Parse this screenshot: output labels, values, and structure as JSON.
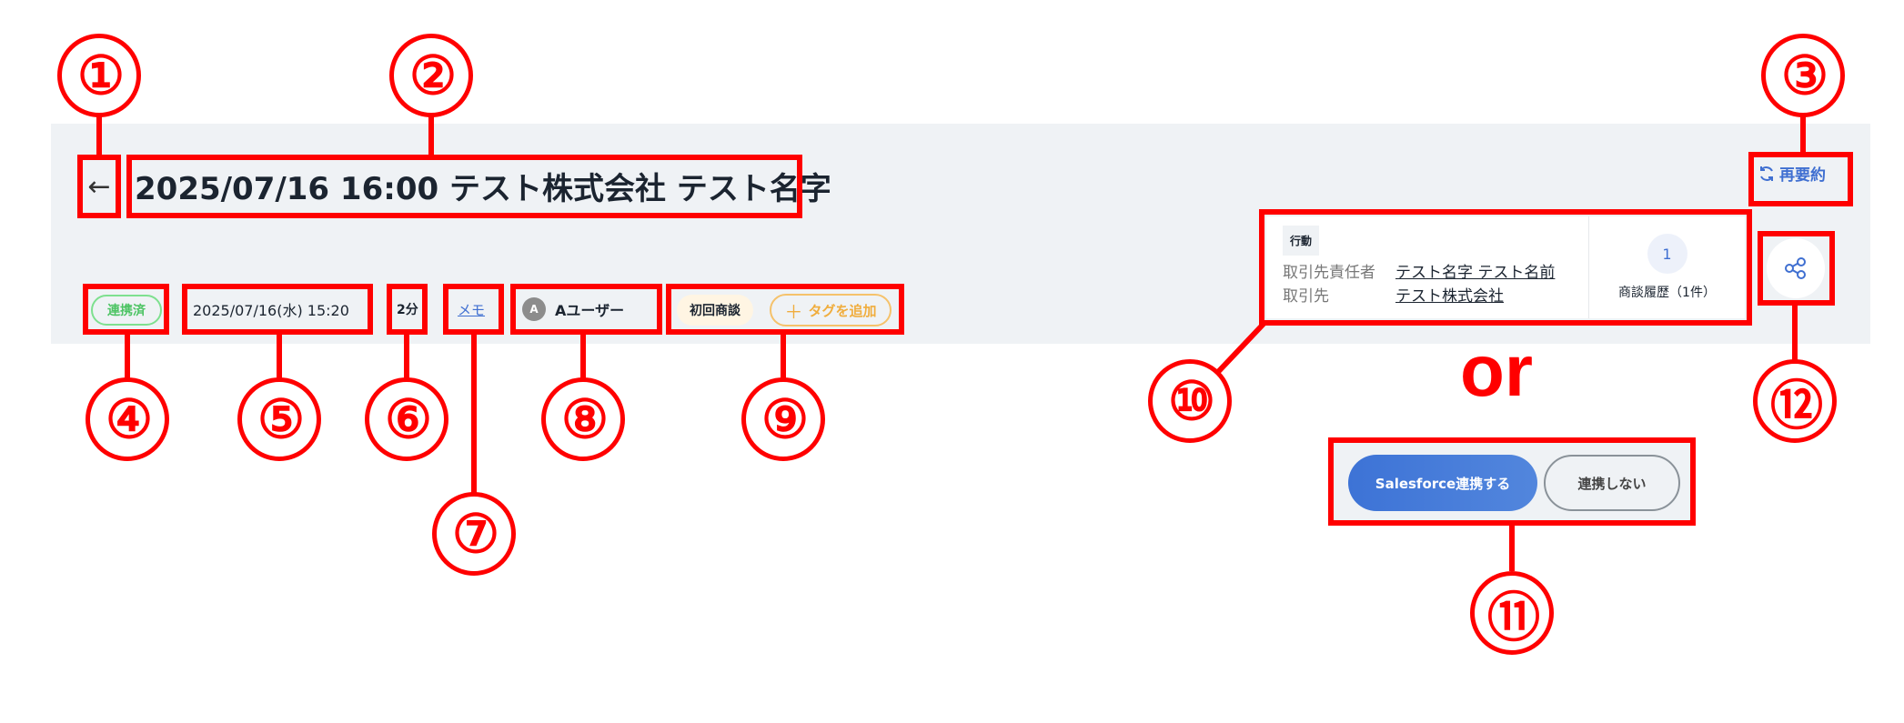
{
  "header": {
    "back_icon": "arrow-left-icon",
    "title": "2025/07/16 16:00 テスト株式会社 テスト名字",
    "resummarize_label": "再要約",
    "resummarize_icon": "refresh-icon"
  },
  "meta": {
    "status_badge": "連携済",
    "datetime": "2025/07/16(水) 15:20",
    "duration": "2分",
    "memo_link": "メモ",
    "user_avatar_initial": "A",
    "user_name": "Aユーザー",
    "tag": "初回商談",
    "add_tag_label": "タグを追加"
  },
  "salesforce_card": {
    "chip": "行動",
    "contact_label": "取引先責任者",
    "contact_value": "テスト名字 テスト名前",
    "account_label": "取引先",
    "account_value": "テスト株式会社",
    "history_count": "1",
    "history_label": "商談履歴（1件）"
  },
  "or_text": "or",
  "salesforce_actions": {
    "link_button": "Salesforce連携する",
    "no_link_button": "連携しない"
  },
  "share_icon": "share-icon",
  "annotations": [
    "①",
    "②",
    "③",
    "④",
    "⑤",
    "⑥",
    "⑦",
    "⑧",
    "⑨",
    "⑩",
    "⑪",
    "⑫"
  ],
  "colors": {
    "annotation": "#ff0000",
    "accent": "#3f6fd1",
    "linked": "#4dc464",
    "tag_add": "#f0ad3d"
  }
}
